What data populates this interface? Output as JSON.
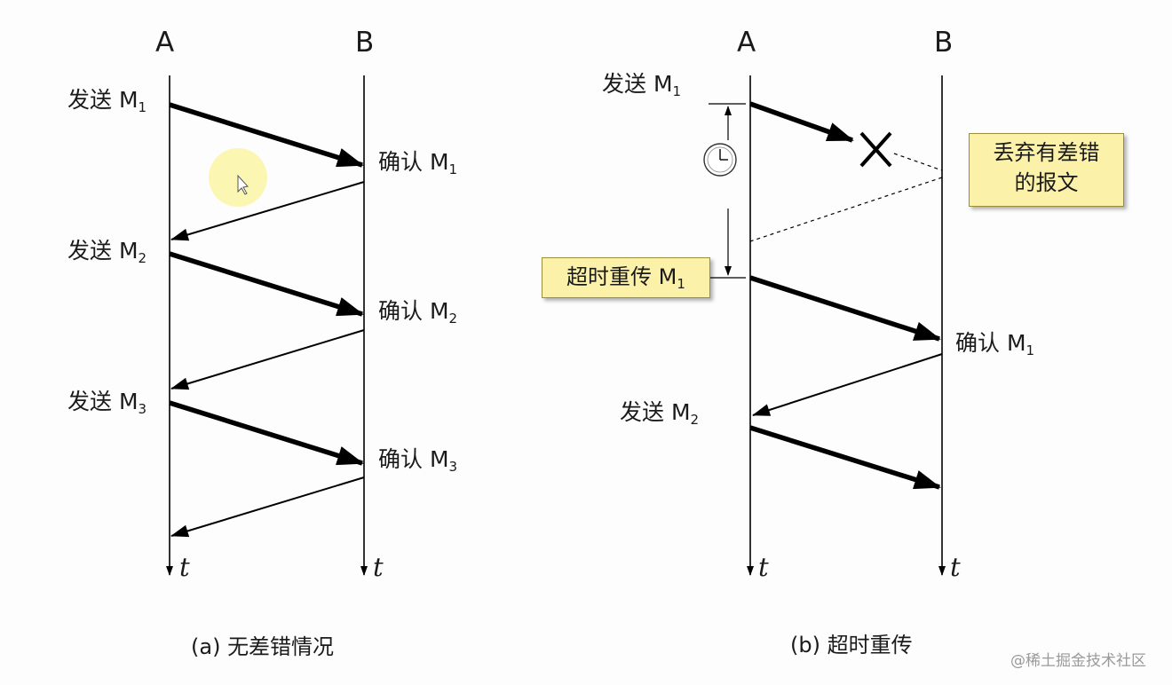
{
  "diagram_a": {
    "caption": "(a) 无差错情况",
    "node_a": "A",
    "node_b": "B",
    "time_label": "t",
    "send": [
      {
        "text": "发送 M",
        "sub": "1"
      },
      {
        "text": "发送 M",
        "sub": "2"
      },
      {
        "text": "发送 M",
        "sub": "3"
      }
    ],
    "ack": [
      {
        "text": "确认 M",
        "sub": "1"
      },
      {
        "text": "确认 M",
        "sub": "2"
      },
      {
        "text": "确认 M",
        "sub": "3"
      }
    ]
  },
  "diagram_b": {
    "caption": "(b) 超时重传",
    "node_a": "A",
    "node_b": "B",
    "time_label": "t",
    "send1": {
      "text": "发送 M",
      "sub": "1"
    },
    "send2": {
      "text": "发送 M",
      "sub": "2"
    },
    "ack1": {
      "text": "确认 M",
      "sub": "1"
    },
    "discard_note": {
      "line1": "丢弃有差错",
      "line2": "的报文"
    },
    "retransmit_note": {
      "text": "超时重传 M",
      "sub": "1"
    }
  },
  "watermark": "@稀土掘金技术社区"
}
